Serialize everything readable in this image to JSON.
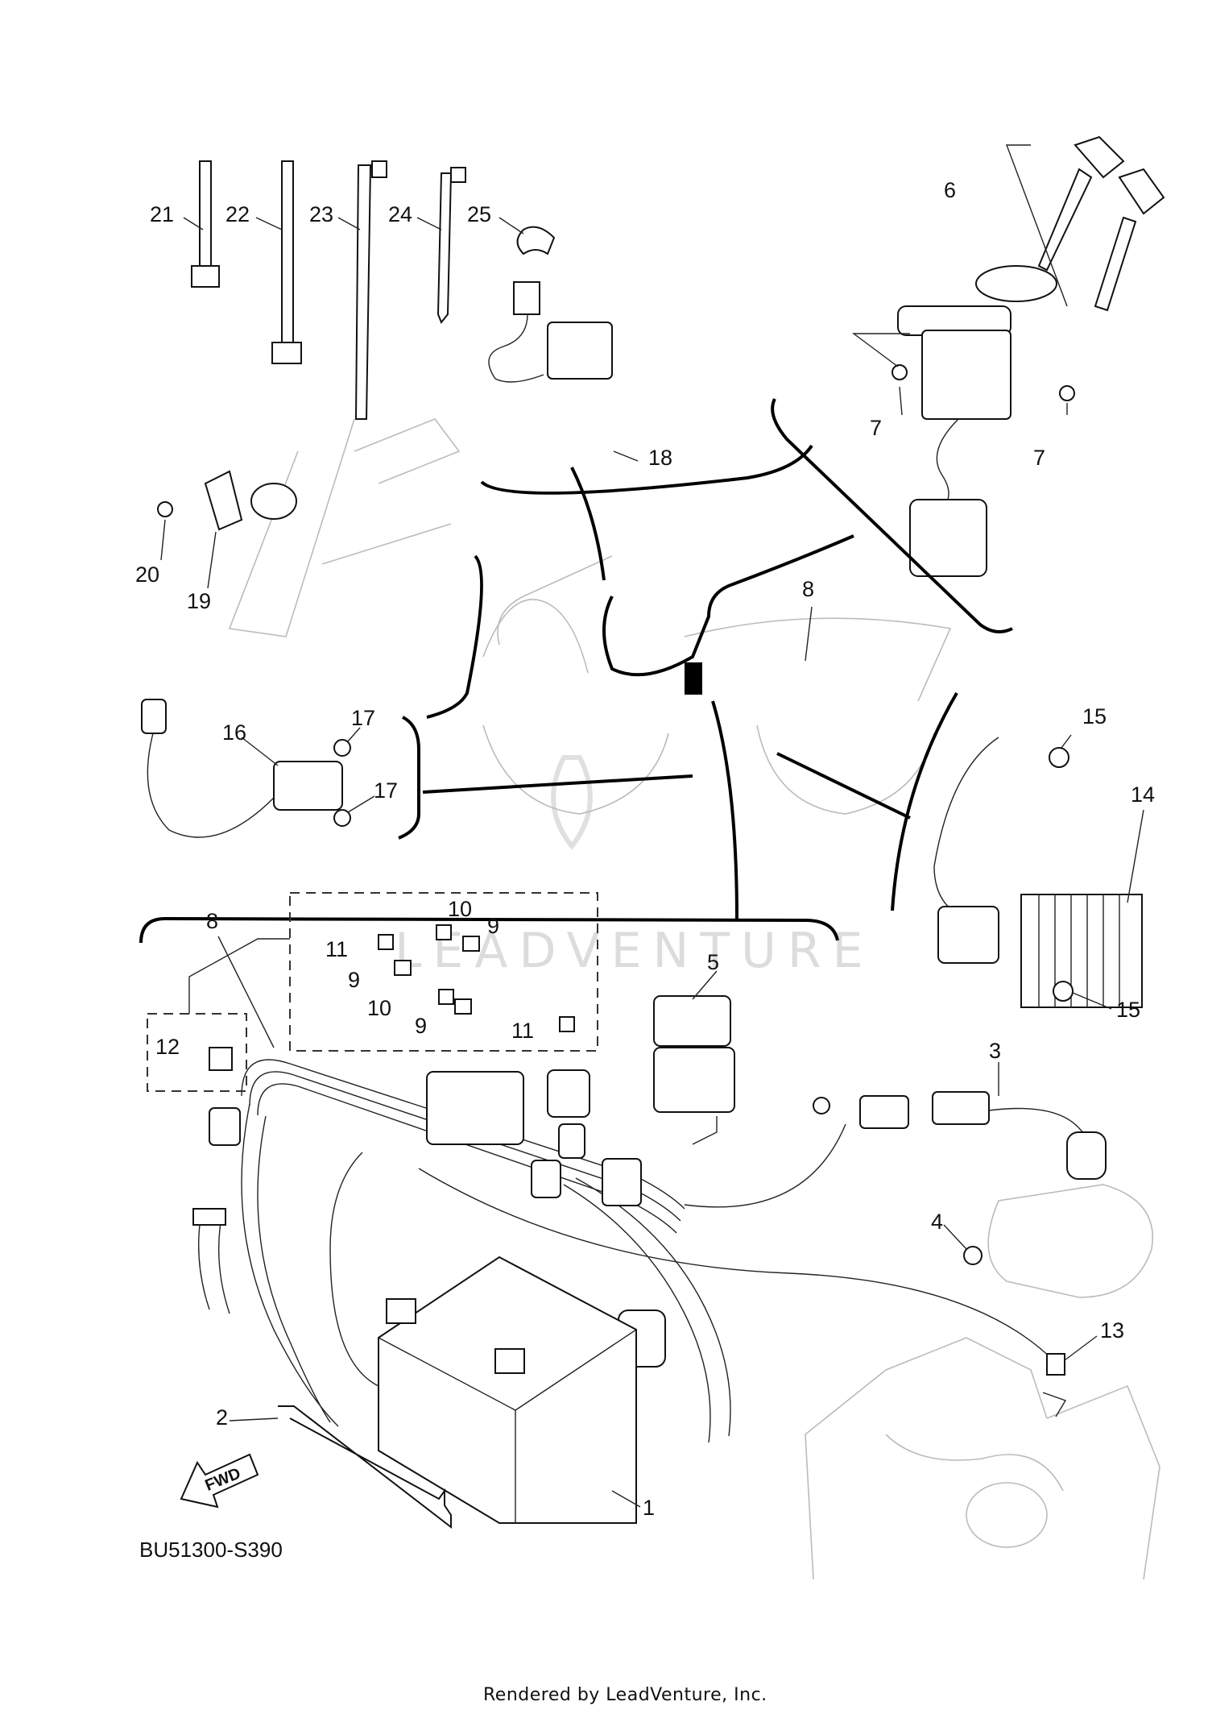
{
  "diagram_code": "BU51300-S390",
  "footer": "Rendered by LeadVenture, Inc.",
  "watermark": "LEADVENTURE",
  "fwd_label": "FWD",
  "callouts": {
    "c1": "1",
    "c2": "2",
    "c3": "3",
    "c4": "4",
    "c5": "5",
    "c6": "6",
    "c7a": "7",
    "c7b": "7",
    "c8a": "8",
    "c8b": "8",
    "c9a": "9",
    "c9b": "9",
    "c9c": "9",
    "c10a": "10",
    "c10b": "10",
    "c11a": "11",
    "c11b": "11",
    "c12": "12",
    "c13": "13",
    "c14": "14",
    "c15a": "15",
    "c15b": "15",
    "c16": "16",
    "c17a": "17",
    "c17b": "17",
    "c18": "18",
    "c19": "19",
    "c20": "20",
    "c21": "21",
    "c22": "22",
    "c23": "23",
    "c24": "24",
    "c25": "25"
  }
}
